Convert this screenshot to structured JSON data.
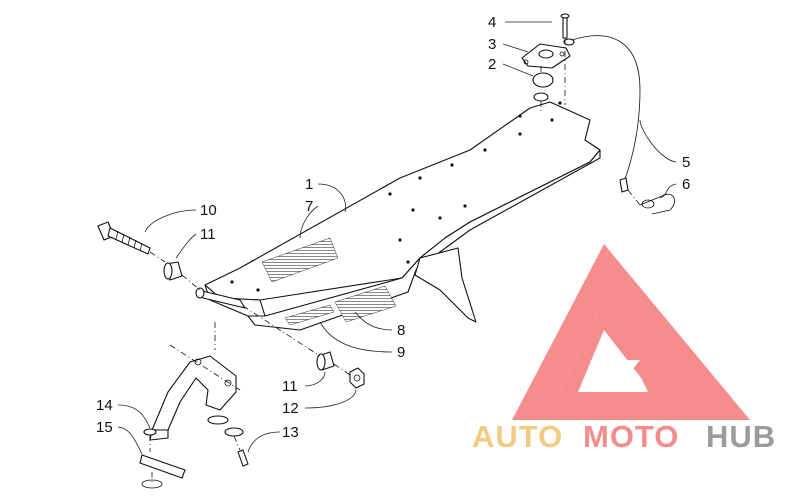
{
  "callouts": {
    "c1": "1",
    "c2": "2",
    "c3": "3",
    "c4": "4",
    "c5": "5",
    "c6": "6",
    "c7": "7",
    "c8": "8",
    "c9": "9",
    "c10": "10",
    "c11a": "11",
    "c11b": "11",
    "c12": "12",
    "c13": "13",
    "c14": "14",
    "c15": "15"
  },
  "watermark": {
    "word_auto": "AUTO",
    "word_moto": "MOTO",
    "word_hub": "HUB",
    "colors": {
      "auto": "#f2c26b",
      "moto": "#f47a7a",
      "hub": "#8a8a8a",
      "triangle": "#f47a7a"
    }
  }
}
